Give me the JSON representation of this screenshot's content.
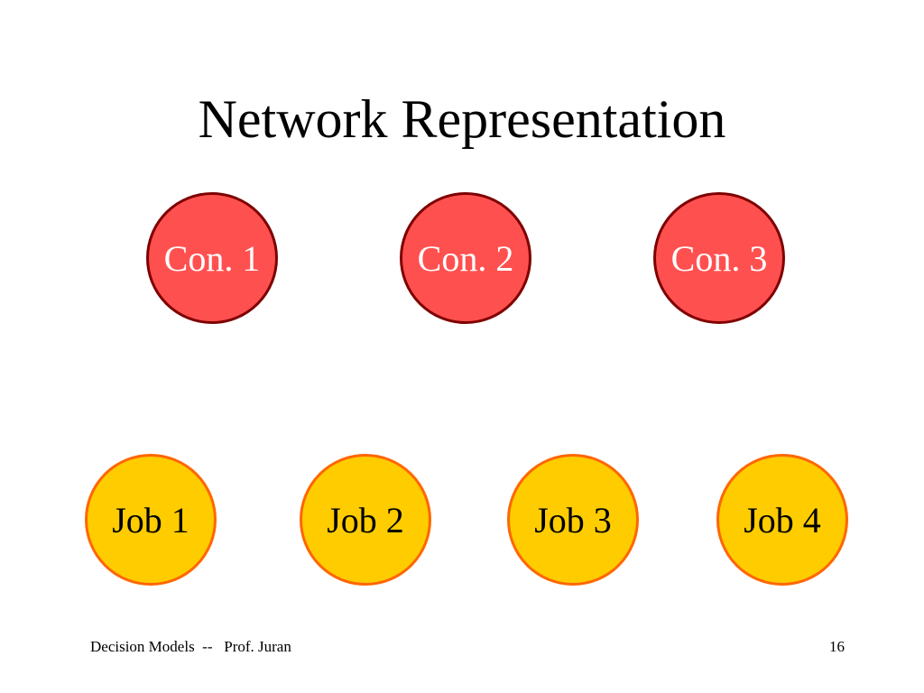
{
  "slide": {
    "title": "Network Representation",
    "contractors": [
      "Con. 1",
      "Con. 2",
      "Con. 3"
    ],
    "jobs": [
      "Job 1",
      "Job 2",
      "Job 3",
      "Job 4"
    ],
    "footer": {
      "left": "Decision Models  --   Prof. Juran",
      "page_number": "16"
    },
    "colors": {
      "contractor_fill": "#ff5050",
      "contractor_border": "#7f0000",
      "job_fill": "#ffcc00",
      "job_border": "#ff6600"
    }
  }
}
